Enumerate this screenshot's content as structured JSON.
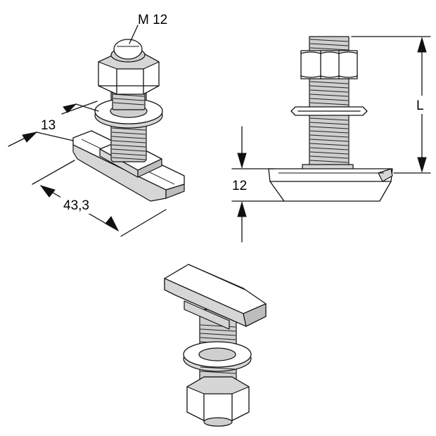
{
  "labels": {
    "thread_size": "M 12",
    "head_width": "13",
    "head_length": "43,3",
    "head_height": "12",
    "bolt_length": "L"
  }
}
